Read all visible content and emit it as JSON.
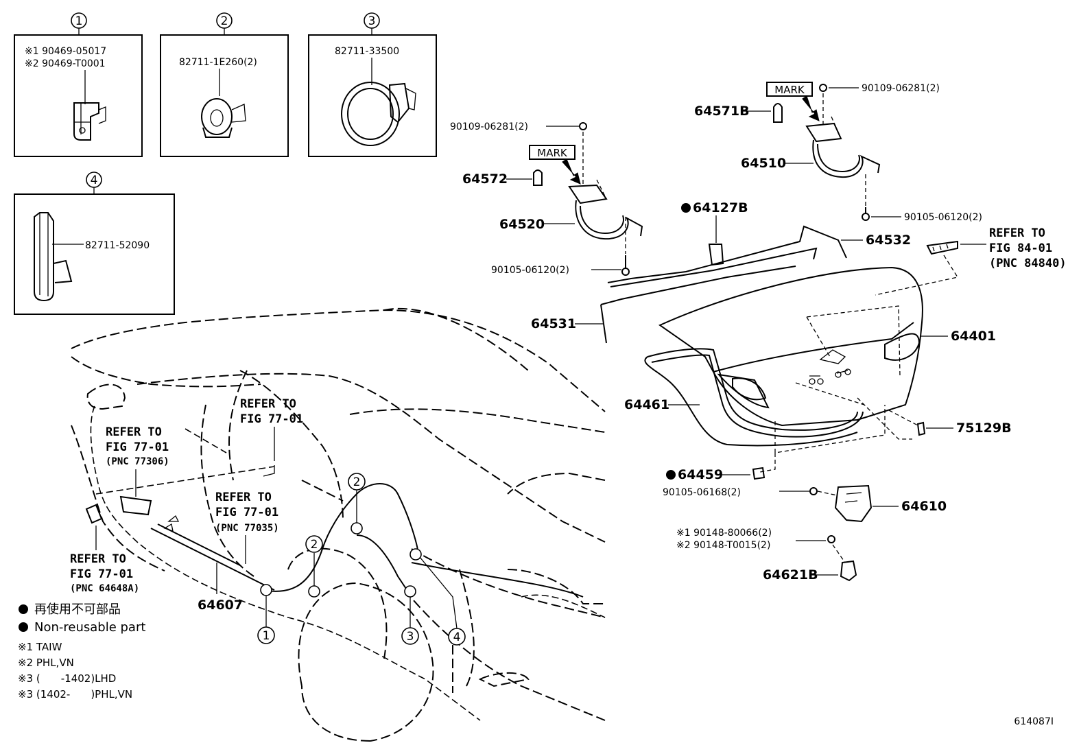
{
  "callouts": {
    "c1": "1",
    "c2": "2",
    "c3": "3",
    "c4": "4"
  },
  "box1": {
    "line1": "※1 90469-05017",
    "line2": "※2 90469-T0001"
  },
  "box2": {
    "part": "82711-1E260(2)"
  },
  "box3": {
    "part": "82711-33500"
  },
  "box4": {
    "part": "82711-52090"
  },
  "parts": {
    "p90109_left": "90109-06281(2)",
    "p64572": "64572",
    "mark_left": "MARK",
    "p64520": "64520",
    "p90105_left": "90105-06120(2)",
    "p64571b": "64571B",
    "mark_right": "MARK",
    "p90109_right": "90109-06281(2)",
    "p64510": "64510",
    "p90105_right": "90105-06120(2)",
    "p64127b": "64127B",
    "p64532": "64532",
    "p64531": "64531",
    "p64401": "64401",
    "p64461": "64461",
    "p75129b": "75129B",
    "p64459": "64459",
    "p90105_06168": "90105-06168(2)",
    "p64610": "64610",
    "p90148_1": "※1 90148-80066(2)",
    "p90148_2": "※2 90148-T0015(2)",
    "p64621b": "64621B",
    "p64607": "64607"
  },
  "refs": {
    "r84": {
      "a": "REFER TO",
      "b": "FIG 84-01",
      "c": "(PNC 84840)"
    },
    "r77a": {
      "a": "REFER TO",
      "b": "FIG 77-01",
      "c": "(PNC 77306)"
    },
    "r77b": {
      "a": "REFER TO",
      "b": "FIG 77-01"
    },
    "r77c": {
      "a": "REFER TO",
      "b": "FIG 77-01",
      "c": "(PNC 77035)"
    },
    "r77d": {
      "a": "REFER TO",
      "b": "FIG 77-01",
      "c": "(PNC 64648A)"
    }
  },
  "legend": {
    "jp": "再使用不可部品",
    "en": "Non-reusable part",
    "n1": "※1 TAIW",
    "n2": "※2 PHL,VN",
    "n3": "※3 (　　-1402)LHD",
    "n4": "※3 (1402-　　)PHL,VN"
  },
  "figure_code": "614087I"
}
